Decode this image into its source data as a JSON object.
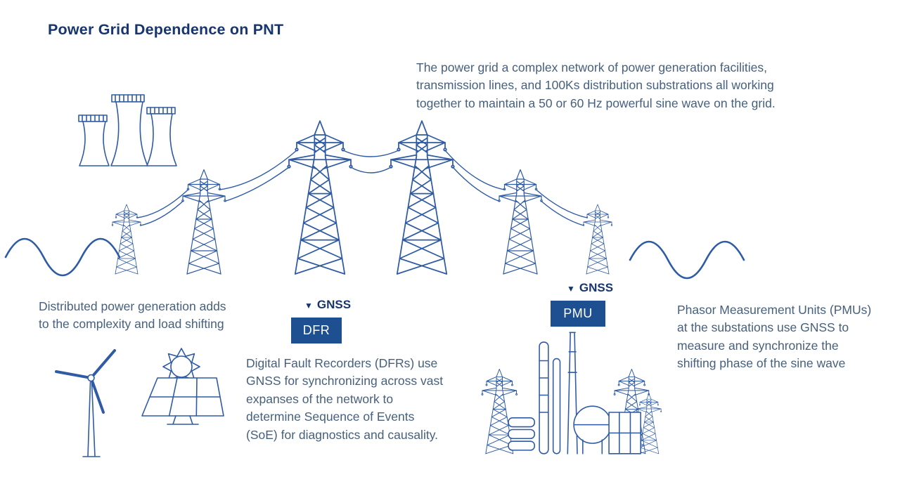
{
  "header": {
    "title": "Power Grid Dependence on PNT"
  },
  "intro": {
    "text": "The power grid a complex network of power generation facilities,\ntransmission lines, and 100Ks distribution substrations all working\ntogether to maintain a 50 or 60 Hz powerful sine wave on the grid."
  },
  "sections": {
    "distributed": {
      "text": "Distributed power generation adds\nto the complexity and load shifting"
    },
    "dfr": {
      "pointer_icon": "▼",
      "gnss": "GNSS",
      "badge": "DFR",
      "text": "Digital Fault Recorders (DFRs) use\nGNSS for synchronizing across vast\nexpanses of the network to\ndetermine Sequence of Events\n(SoE) for diagnostics and causality."
    },
    "pmu": {
      "pointer_icon": "▼",
      "gnss": "GNSS",
      "badge": "PMU",
      "text": "Phasor Measurement Units (PMUs)\nat the substations use GNSS to\nmeasure and synchronize the\nshifting phase of the sine wave"
    }
  },
  "illustrations": [
    "cooling-towers",
    "transmission-towers",
    "power-lines",
    "sine-wave-left",
    "sine-wave-right",
    "wind-turbine",
    "solar-panel",
    "substation-plant"
  ],
  "colors": {
    "title_navy": "#17356f",
    "body_text": "#46607e",
    "line_art_blue": "#2e5ba4",
    "badge_bg": "#1d4f91",
    "badge_text": "#ffffff",
    "background": "#ffffff"
  }
}
